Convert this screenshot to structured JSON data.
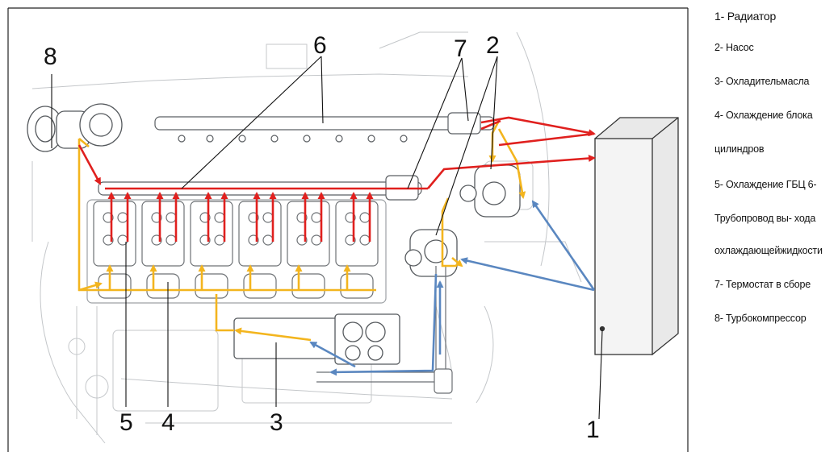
{
  "diagram": {
    "callout_numbers": {
      "n1": "1",
      "n2": "2",
      "n3": "3",
      "n4": "4",
      "n5": "5",
      "n6": "6",
      "n7": "7",
      "n8": "8"
    },
    "colors": {
      "hot_flow": "#e0201e",
      "oil_flow": "#f3b51e",
      "cold_flow": "#5a87c0",
      "engine_line": "#b9bcbf",
      "radiator_fill": "#eeeeee"
    },
    "legend": [
      "1- Радиатор",
      "2- Насос",
      "3- Охладительмасла",
      "4- Охлаждение блока",
      "цилиндров",
      "5- Охлаждение ГБЦ 6-",
      "Трубопровод вы- хода",
      "охлаждающейжидкости",
      "7- Термостат в сборе",
      "8- Турбокомпрессор"
    ]
  }
}
